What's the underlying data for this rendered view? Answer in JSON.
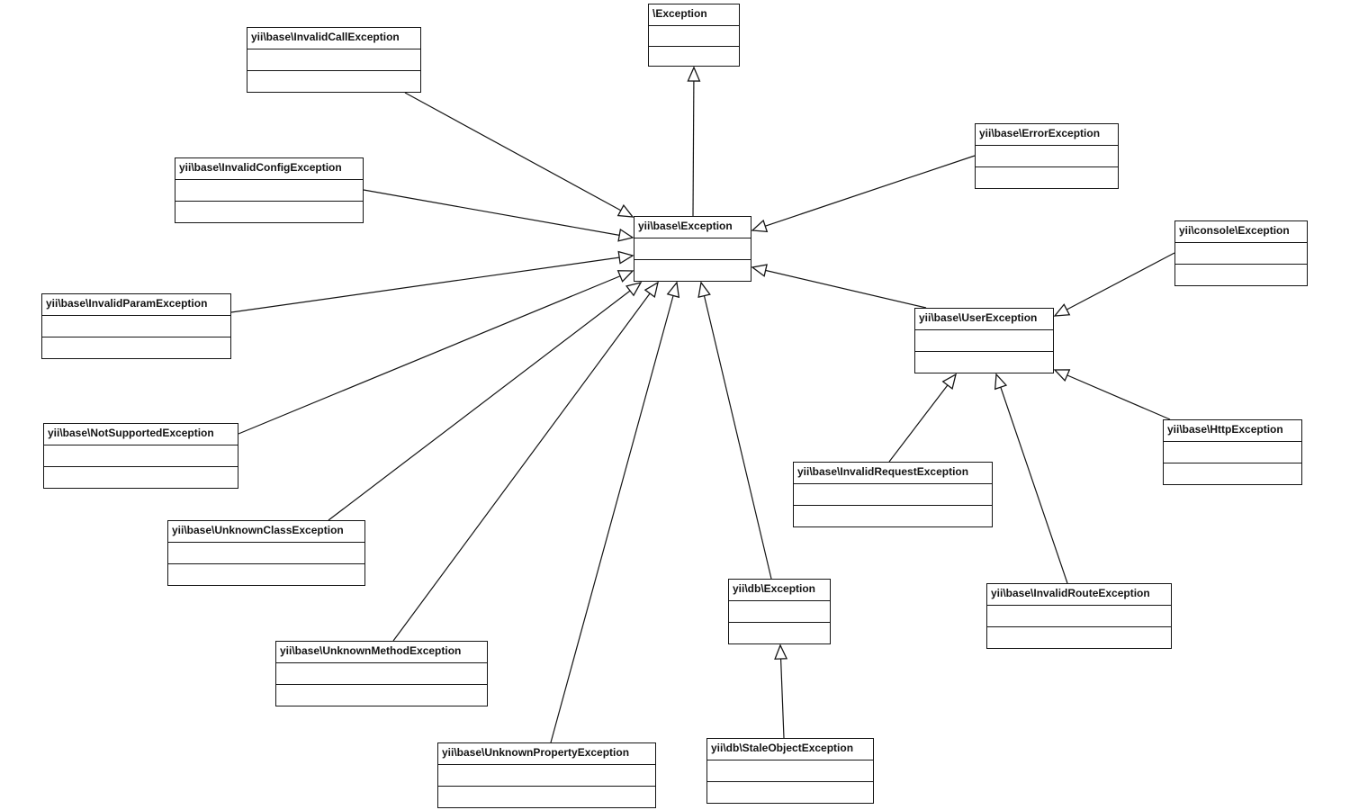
{
  "diagram": {
    "type": "uml-class-diagram",
    "classes": {
      "exception": {
        "name": "\\Exception"
      },
      "invalid_call": {
        "name": "yii\\base\\InvalidCallException"
      },
      "error": {
        "name": "yii\\base\\ErrorException"
      },
      "invalid_config": {
        "name": "yii\\base\\InvalidConfigException"
      },
      "base_exception": {
        "name": "yii\\base\\Exception"
      },
      "console_exception": {
        "name": "yii\\console\\Exception"
      },
      "invalid_param": {
        "name": "yii\\base\\InvalidParamException"
      },
      "user_exception": {
        "name": "yii\\base\\UserException"
      },
      "not_supported": {
        "name": "yii\\base\\NotSupportedException"
      },
      "http_exception": {
        "name": "yii\\base\\HttpException"
      },
      "invalid_request": {
        "name": "yii\\base\\InvalidRequestException"
      },
      "unknown_class": {
        "name": "yii\\base\\UnknownClassException"
      },
      "db_exception": {
        "name": "yii\\db\\Exception"
      },
      "invalid_route": {
        "name": "yii\\base\\InvalidRouteException"
      },
      "unknown_method": {
        "name": "yii\\base\\UnknownMethodException"
      },
      "stale_object": {
        "name": "yii\\db\\StaleObjectException"
      },
      "unknown_property": {
        "name": "yii\\base\\UnknownPropertyException"
      }
    },
    "relations": [
      {
        "child": "yii\\base\\Exception",
        "parent": "\\Exception",
        "type": "generalization"
      },
      {
        "child": "yii\\base\\InvalidCallException",
        "parent": "yii\\base\\Exception",
        "type": "generalization"
      },
      {
        "child": "yii\\base\\InvalidConfigException",
        "parent": "yii\\base\\Exception",
        "type": "generalization"
      },
      {
        "child": "yii\\base\\InvalidParamException",
        "parent": "yii\\base\\Exception",
        "type": "generalization"
      },
      {
        "child": "yii\\base\\NotSupportedException",
        "parent": "yii\\base\\Exception",
        "type": "generalization"
      },
      {
        "child": "yii\\base\\UnknownClassException",
        "parent": "yii\\base\\Exception",
        "type": "generalization"
      },
      {
        "child": "yii\\base\\UnknownMethodException",
        "parent": "yii\\base\\Exception",
        "type": "generalization"
      },
      {
        "child": "yii\\base\\UnknownPropertyException",
        "parent": "yii\\base\\Exception",
        "type": "generalization"
      },
      {
        "child": "yii\\db\\Exception",
        "parent": "yii\\base\\Exception",
        "type": "generalization"
      },
      {
        "child": "yii\\base\\ErrorException",
        "parent": "yii\\base\\Exception",
        "type": "generalization"
      },
      {
        "child": "yii\\base\\UserException",
        "parent": "yii\\base\\Exception",
        "type": "generalization"
      },
      {
        "child": "yii\\console\\Exception",
        "parent": "yii\\base\\UserException",
        "type": "generalization"
      },
      {
        "child": "yii\\base\\HttpException",
        "parent": "yii\\base\\UserException",
        "type": "generalization"
      },
      {
        "child": "yii\\base\\InvalidRequestException",
        "parent": "yii\\base\\UserException",
        "type": "generalization"
      },
      {
        "child": "yii\\base\\InvalidRouteException",
        "parent": "yii\\base\\UserException",
        "type": "generalization"
      },
      {
        "child": "yii\\db\\StaleObjectException",
        "parent": "yii\\db\\Exception",
        "type": "generalization"
      }
    ],
    "colors": {
      "line": "#141414",
      "box_background": "#ffffff",
      "page_background": "#ffffff"
    }
  }
}
